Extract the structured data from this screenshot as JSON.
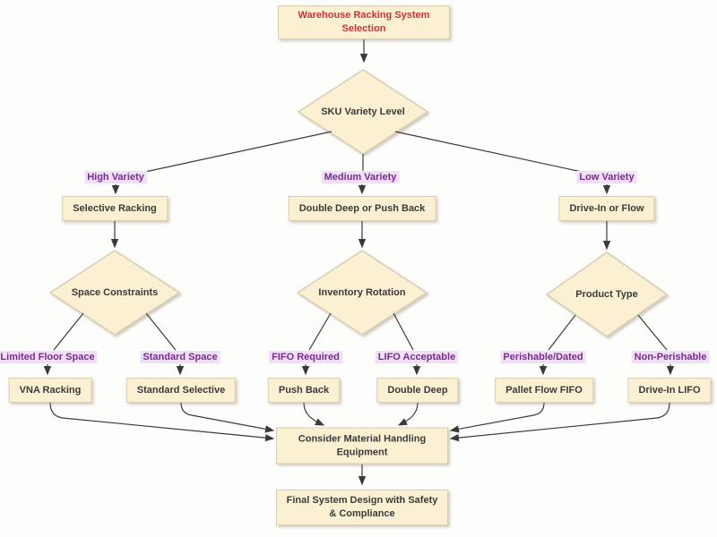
{
  "diagram": {
    "kind": "flowchart",
    "colors": {
      "background": "#fdfdfc",
      "node_fill": "#fbf0d2",
      "node_border": "#d9cdb2",
      "node_text": "#3b3b3b",
      "start_node_text": "#cc3333",
      "edge_label_bg": "#efe0f7",
      "edge_label_text": "#7b2b8f",
      "connector": "#3a3a3a"
    },
    "nodes": {
      "start": {
        "shape": "rect",
        "label": "Warehouse Racking System Selection"
      },
      "sku_variety": {
        "shape": "diamond",
        "label": "SKU Variety Level"
      },
      "selective_racking": {
        "shape": "rect",
        "label": "Selective Racking"
      },
      "double_deep_or_push_back": {
        "shape": "rect",
        "label": "Double Deep or Push Back"
      },
      "drive_in_or_flow": {
        "shape": "rect",
        "label": "Drive-In or Flow"
      },
      "space_constraints": {
        "shape": "diamond",
        "label": "Space Constraints"
      },
      "inventory_rotation": {
        "shape": "diamond",
        "label": "Inventory Rotation"
      },
      "product_type": {
        "shape": "diamond",
        "label": "Product Type"
      },
      "vna_racking": {
        "shape": "rect",
        "label": "VNA Racking"
      },
      "standard_selective": {
        "shape": "rect",
        "label": "Standard Selective"
      },
      "push_back": {
        "shape": "rect",
        "label": "Push Back"
      },
      "double_deep": {
        "shape": "rect",
        "label": "Double Deep"
      },
      "pallet_flow_fifo": {
        "shape": "rect",
        "label": "Pallet Flow FIFO"
      },
      "drive_in_lifo": {
        "shape": "rect",
        "label": "Drive-In LIFO"
      },
      "consider_equipment": {
        "shape": "rect",
        "label": "Consider Material Handling Equipment"
      },
      "final_design": {
        "shape": "rect",
        "label": "Final System Design with Safety & Compliance"
      }
    },
    "edge_labels": {
      "high_variety": "High Variety",
      "medium_variety": "Medium Variety",
      "low_variety": "Low Variety",
      "limited_floor_space": "Limited Floor Space",
      "standard_space": "Standard Space",
      "fifo_required": "FIFO Required",
      "lifo_acceptable": "LIFO Acceptable",
      "perishable_dated": "Perishable/Dated",
      "non_perishable": "Non-Perishable"
    },
    "edges": [
      {
        "from": "start",
        "to": "sku_variety",
        "label": ""
      },
      {
        "from": "sku_variety",
        "to": "selective_racking",
        "label": "High Variety"
      },
      {
        "from": "sku_variety",
        "to": "double_deep_or_push_back",
        "label": "Medium Variety"
      },
      {
        "from": "sku_variety",
        "to": "drive_in_or_flow",
        "label": "Low Variety"
      },
      {
        "from": "selective_racking",
        "to": "space_constraints",
        "label": ""
      },
      {
        "from": "double_deep_or_push_back",
        "to": "inventory_rotation",
        "label": ""
      },
      {
        "from": "drive_in_or_flow",
        "to": "product_type",
        "label": ""
      },
      {
        "from": "space_constraints",
        "to": "vna_racking",
        "label": "Limited Floor Space"
      },
      {
        "from": "space_constraints",
        "to": "standard_selective",
        "label": "Standard Space"
      },
      {
        "from": "inventory_rotation",
        "to": "push_back",
        "label": "FIFO Required"
      },
      {
        "from": "inventory_rotation",
        "to": "double_deep",
        "label": "LIFO Acceptable"
      },
      {
        "from": "product_type",
        "to": "pallet_flow_fifo",
        "label": "Perishable/Dated"
      },
      {
        "from": "product_type",
        "to": "drive_in_lifo",
        "label": "Non-Perishable"
      },
      {
        "from": "vna_racking",
        "to": "consider_equipment",
        "label": ""
      },
      {
        "from": "standard_selective",
        "to": "consider_equipment",
        "label": ""
      },
      {
        "from": "push_back",
        "to": "consider_equipment",
        "label": ""
      },
      {
        "from": "double_deep",
        "to": "consider_equipment",
        "label": ""
      },
      {
        "from": "pallet_flow_fifo",
        "to": "consider_equipment",
        "label": ""
      },
      {
        "from": "drive_in_lifo",
        "to": "consider_equipment",
        "label": ""
      },
      {
        "from": "consider_equipment",
        "to": "final_design",
        "label": ""
      }
    ]
  }
}
